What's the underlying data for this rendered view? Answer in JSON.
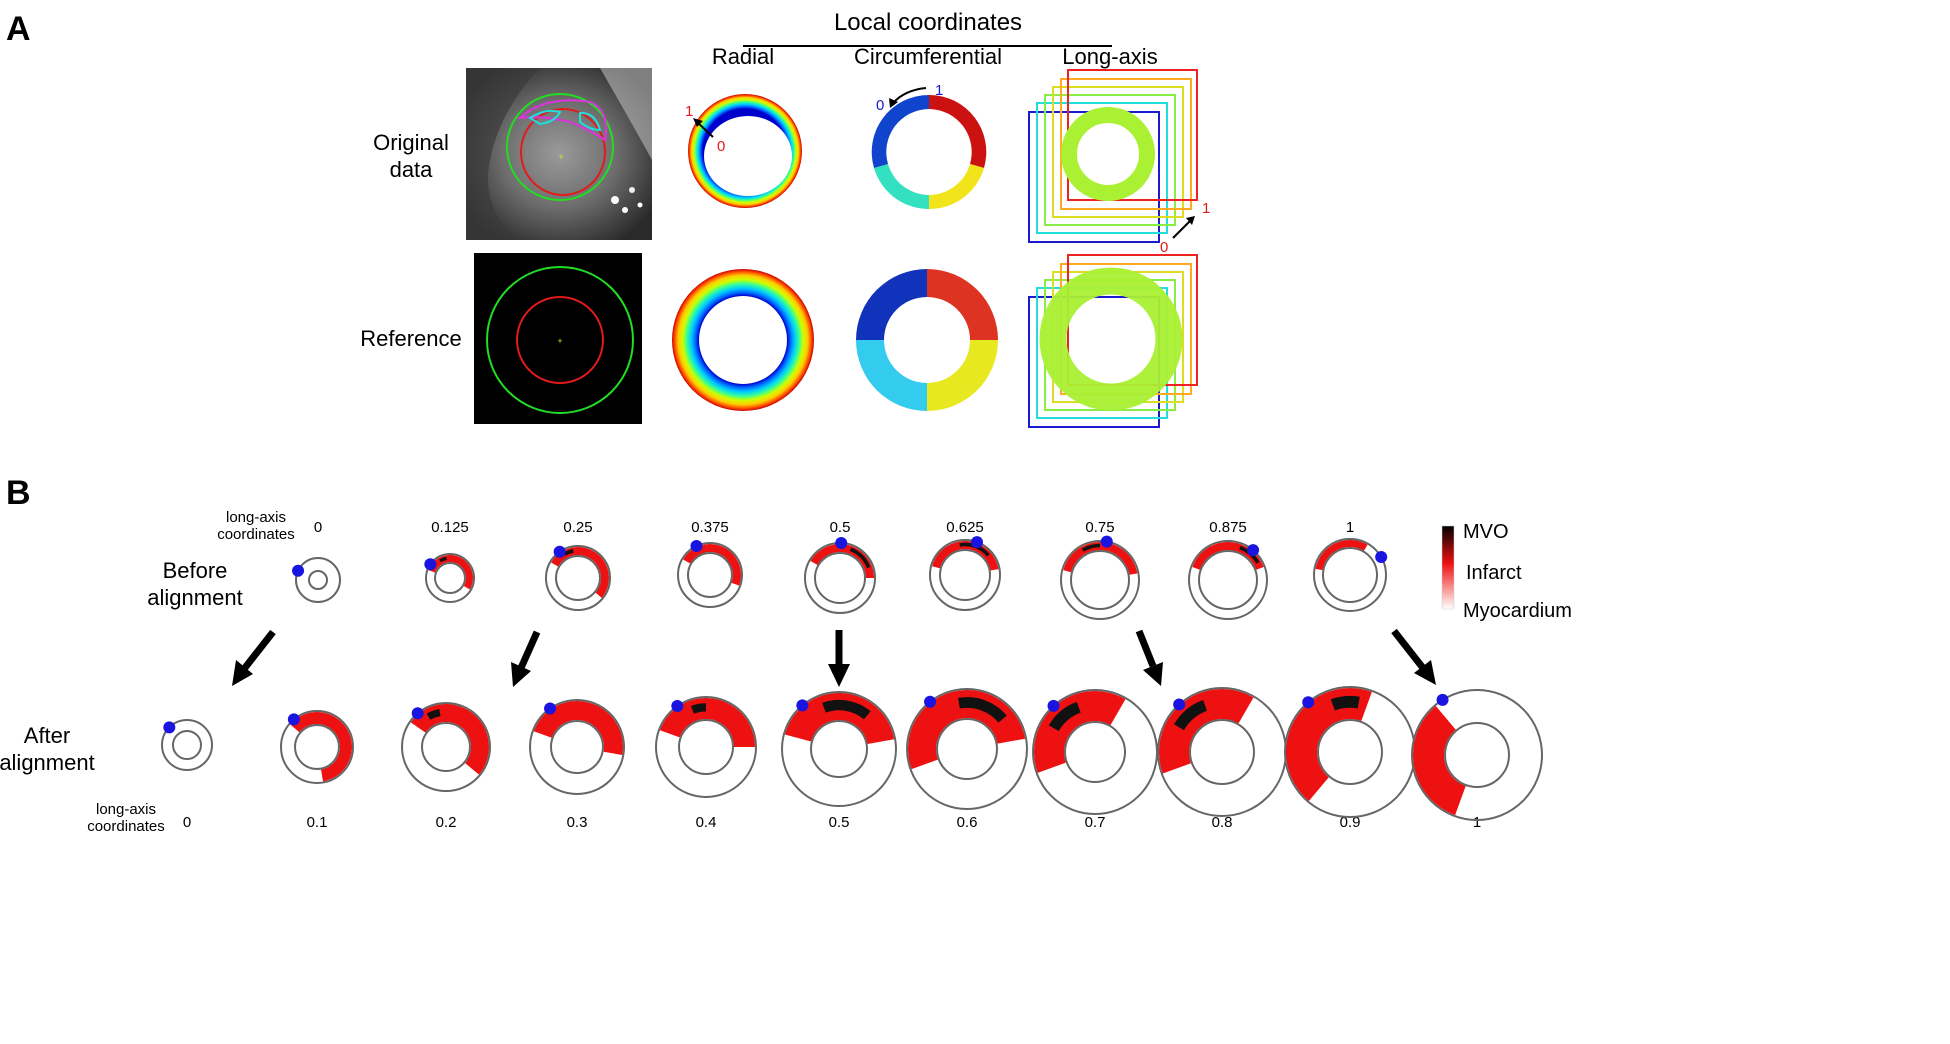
{
  "panel_a": {
    "letter": "A",
    "header": "Local coordinates",
    "columns": {
      "radial": "Radial",
      "circumferential": "Circumferential",
      "long_axis": "Long-axis"
    },
    "rows": {
      "original_line1": "Original",
      "original_line2": "data",
      "reference": "Reference"
    },
    "radial_marks": {
      "outer": "1",
      "inner": "0"
    },
    "circ_marks": {
      "start": "0",
      "end": "1"
    },
    "long_axis_marks": {
      "start": "0",
      "end": "1"
    }
  },
  "panel_b": {
    "letter": "B",
    "coord_label_line1": "long-axis",
    "coord_label_line2": "coordinates",
    "before_line1": "Before",
    "before_line2": "alignment",
    "after_line1": "After",
    "after_line2": "alignment",
    "before_coords": [
      "0",
      "0.125",
      "0.25",
      "0.375",
      "0.5",
      "0.625",
      "0.75",
      "0.875",
      "1"
    ],
    "after_coords": [
      "0",
      "0.1",
      "0.2",
      "0.3",
      "0.4",
      "0.5",
      "0.6",
      "0.7",
      "0.8",
      "0.9",
      "1"
    ],
    "legend": {
      "top": "MVO",
      "middle": "Infarct",
      "bottom": "Myocardium"
    }
  },
  "colors": {
    "marker": "#1a14e0",
    "infarct": "#ee1111",
    "mvo": "#111111",
    "contour": "#666666",
    "green": "#22cc22",
    "red": "#e21a1a",
    "long_axis_slices": [
      "#1a1ad0",
      "#22dddd",
      "#88ee44",
      "#dddd22",
      "#ffaa22",
      "#ee2222"
    ]
  }
}
